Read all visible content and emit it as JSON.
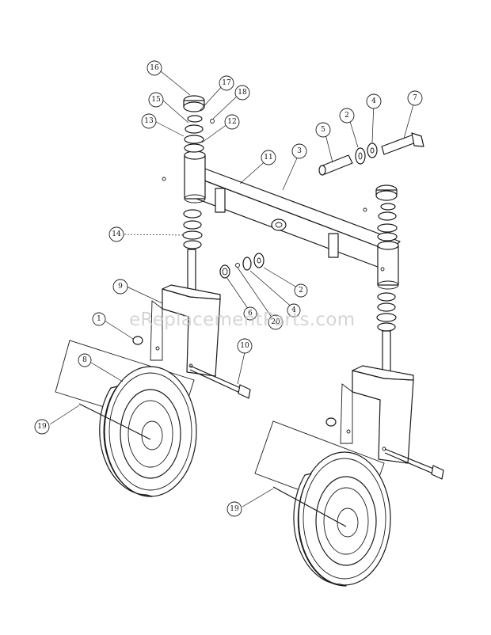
{
  "watermark": "eReplacementParts.com",
  "callouts": [
    {
      "id": "c16",
      "label": "16"
    },
    {
      "id": "c17",
      "label": "17"
    },
    {
      "id": "c18",
      "label": "18"
    },
    {
      "id": "c15",
      "label": "15"
    },
    {
      "id": "c13",
      "label": "13"
    },
    {
      "id": "c12",
      "label": "12"
    },
    {
      "id": "c11",
      "label": "11"
    },
    {
      "id": "c3",
      "label": "3"
    },
    {
      "id": "c5",
      "label": "5"
    },
    {
      "id": "c2a",
      "label": "2"
    },
    {
      "id": "c4a",
      "label": "4"
    },
    {
      "id": "c7",
      "label": "7"
    },
    {
      "id": "c14",
      "label": "14"
    },
    {
      "id": "c9",
      "label": "9"
    },
    {
      "id": "c6",
      "label": "6"
    },
    {
      "id": "c20",
      "label": "20"
    },
    {
      "id": "c4b",
      "label": "4"
    },
    {
      "id": "c2b",
      "label": "2"
    },
    {
      "id": "c1",
      "label": "1"
    },
    {
      "id": "c10",
      "label": "10"
    },
    {
      "id": "c8",
      "label": "8"
    },
    {
      "id": "c19a",
      "label": "19"
    },
    {
      "id": "c19b",
      "label": "19"
    }
  ]
}
